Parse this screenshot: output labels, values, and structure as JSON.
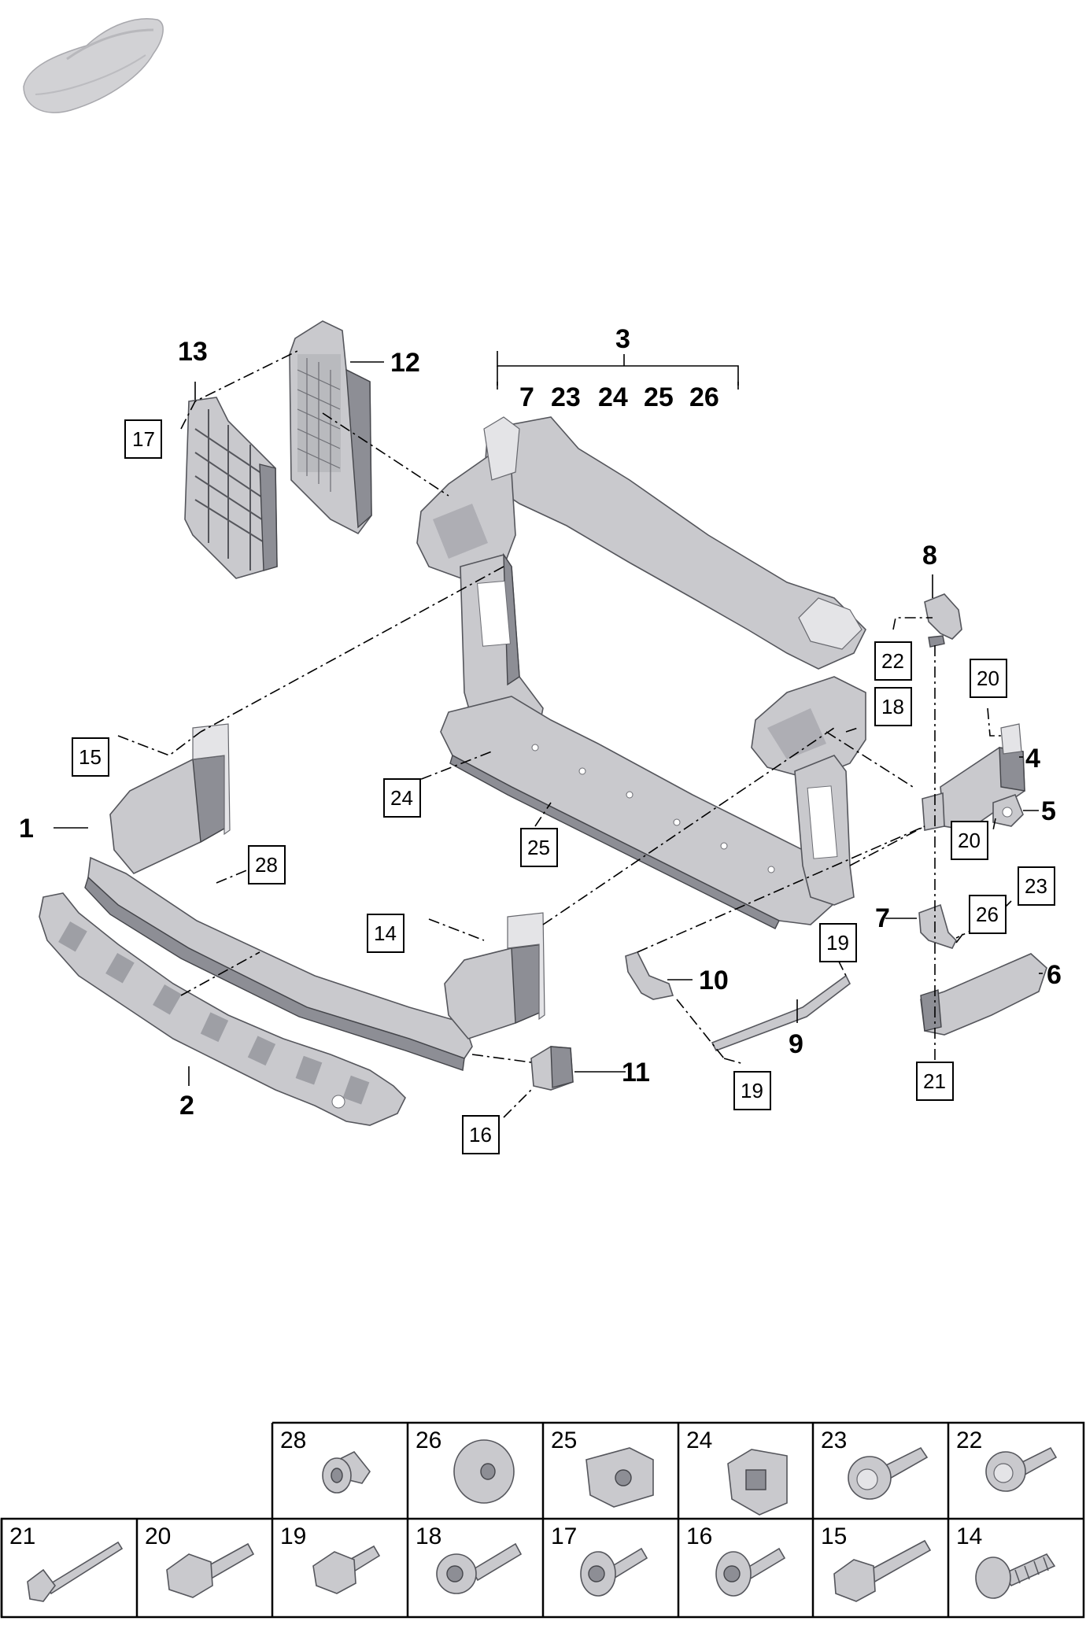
{
  "callouts": {
    "c1": "1",
    "c2": "2",
    "c3": "3",
    "c4": "4",
    "c5": "5",
    "c6": "6",
    "c7a": "7",
    "c8": "8",
    "c9": "9",
    "c10": "10",
    "c11": "11",
    "c12": "12",
    "c13": "13",
    "g7": "7",
    "g23": "23",
    "g24": "24",
    "g25": "25",
    "g26": "26"
  },
  "boxed_labels": {
    "b17": "17",
    "b15": "15",
    "b24": "24",
    "b25": "25",
    "b28": "28",
    "b14": "14",
    "b16": "16",
    "b22": "22",
    "b18": "18",
    "b20a": "20",
    "b20b": "20",
    "b23": "23",
    "b26": "26",
    "b19a": "19",
    "b19b": "19",
    "b21": "21"
  },
  "fastener_grid": {
    "top_row": [
      "28",
      "26",
      "25",
      "24",
      "23",
      "22"
    ],
    "bottom_row": [
      "21",
      "20",
      "19",
      "18",
      "17",
      "16",
      "15",
      "14"
    ]
  }
}
